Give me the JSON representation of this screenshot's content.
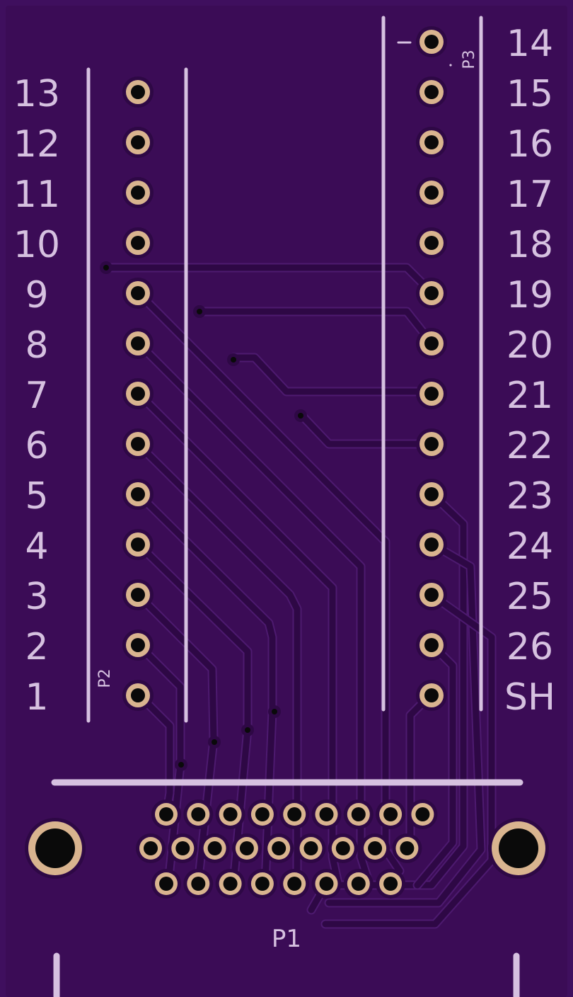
{
  "board": {
    "colors": {
      "substrate": "#3f0f5e",
      "copper_pour": "#3b0c56",
      "trace": "#2e0845",
      "trace_edge": "#4d1a6f",
      "pad_ring": "#d9b48f",
      "pad_hole": "#0a0a0a",
      "silkscreen": "#d6c1e0"
    },
    "left_labels": [
      "13",
      "12",
      "11",
      "10",
      "9",
      "8",
      "7",
      "6",
      "5",
      "4",
      "3",
      "2",
      "1"
    ],
    "right_labels": [
      "14",
      "15",
      "16",
      "17",
      "18",
      "19",
      "20",
      "21",
      "22",
      "23",
      "24",
      "25",
      "26",
      "SH"
    ],
    "ref_p1": "P1",
    "ref_p2": "P2",
    "ref_p3": "P3",
    "pin1_marker": "1"
  }
}
